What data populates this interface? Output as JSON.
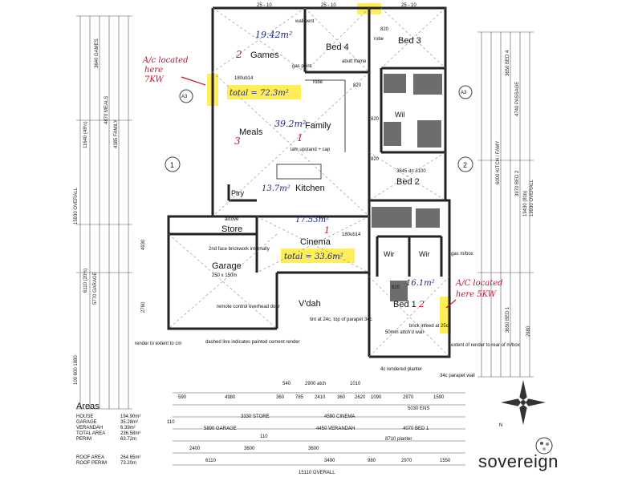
{
  "rooms": {
    "games": "Games",
    "bed4": "Bed 4",
    "bed3": "Bed 3",
    "family": "Family",
    "meals": "Meals",
    "kitchen": "Kitchen",
    "pantry": "Ptry",
    "bed2": "Bed 2",
    "store": "Store",
    "cinema": "Cinema",
    "garage": "Garage",
    "verandah": "V'dah",
    "bed1": "Bed 1",
    "wir_left": "Wir",
    "wir_right": "Wir",
    "wil": "Wil"
  },
  "annotations": {
    "area_games": "19.42m²",
    "games_num": "2",
    "total_top": "total = 72.3m²",
    "area_family": "39.2m²",
    "meals_num": "3",
    "family_num": "1",
    "area_kitchen": "13.7m²",
    "area_cinema": "17.53m²",
    "cinema_num": "1",
    "total_bottom": "total = 33.6m²",
    "area_bed1": "16.1m²",
    "bed1_num": "2",
    "ac_left_1": "A/c located",
    "ac_left_2": "here",
    "ac_left_3": "7KW",
    "ac_right_1": "A/C located",
    "ac_right_2": "here 5KW"
  },
  "labels": {
    "wall_vent": "wall vent",
    "gas_point": "gas point",
    "robe": "robe",
    "robe2": "robe",
    "abutt": "abutt frame",
    "beam_top": "180ub14",
    "beam_mid": "180ub14",
    "lam": "lam upstand + cap",
    "alcove": "alcove",
    "store_note": "2nd face brickwork internally",
    "garage_size": "250 x 150m",
    "remote": "remote control overhead door",
    "dashed_note": "dashed line indicates painted cement render",
    "render_note": "render to extent to cm",
    "tint": "tint at 24c, top of parapet 34c",
    "planter": "4c rendered planter",
    "parapet": "34c parapet wall",
    "extent_render": "extent of render to rear of m/box",
    "brick_note": "brick infeed at 25c",
    "fifty_note": "50mm attch'd wall",
    "gas_meter": "gas m/box",
    "grid1": "1",
    "grid2": "2",
    "gridA3": "A3",
    "gridA3b": "A3"
  },
  "dims": {
    "top_dim_1": "25 - 10",
    "top_dim_2": "25 - 10",
    "top_dim_3": "25 - 10",
    "d_820a": "820",
    "d_820b": "820",
    "d_820c": "820",
    "d_820d": "820",
    "d_820e": "820",
    "d_3640": "3640 GAMES",
    "d_4870": "4870 MEALS",
    "d_4385": "4385 FAMILY",
    "d_11640": "11640 (48½)",
    "d_15930": "15930 OVERALL",
    "d_4930": "4930",
    "d_6110": "6110 (20½)",
    "d_5770": "5770 GARAGE",
    "d_2760": "2760",
    "d_100": "100 600 1880",
    "d_19430": "19430 (81b)",
    "d_19930": "19930 OVERALL",
    "d_3650": "3650 BED 4",
    "d_4740": "4740 PASSAGE",
    "d_6000": "6000 KITCH / FAMY",
    "d_3970": "3970 BED 2",
    "d_3650b": "3650 BED 1",
    "d_2880": "2880",
    "d_3845": "3845 dn 3100",
    "bottom_540": "540",
    "bottom_2900": "2900 atch",
    "bottom_1010": "1010",
    "b1": "590",
    "b2": "4980",
    "b3": "360",
    "b4": "785",
    "b5": "2410",
    "b6": "360",
    "b7": "2620",
    "b8": "1090",
    "b9": "2970",
    "b10": "1590",
    "c1": "3330 STORE",
    "c2": "4590 CINEMA",
    "c3": "5030 ENS",
    "d1": "5890 GARAGE",
    "d2": "4450 VERANDAH",
    "d3": "4070 BED 1",
    "e1": "8710 planter",
    "f1": "2400",
    "f2": "3600",
    "f3": "3600",
    "g1": "6110",
    "g2": "3490",
    "g3": "980",
    "g4": "2970",
    "g5": "1550",
    "h1": "15110 OVERALL",
    "x_110a": "110",
    "x_110b": "110"
  },
  "areas_table": {
    "title": "Areas",
    "rows": [
      {
        "label": "HOUSE",
        "value": "194.90m²"
      },
      {
        "label": "GARAGE",
        "value": "35.28m²"
      },
      {
        "label": "VERANDAH",
        "value": "6.39m²"
      },
      {
        "label": "TOTAL AREA",
        "value": "236.58m²"
      },
      {
        "label": "PERIM",
        "value": "63.72m"
      }
    ],
    "roof_area_label": "ROOF AREA",
    "roof_area_value": "264.65m²",
    "roof_perim_label": "ROOF PERIM",
    "roof_perim_value": "73.20m"
  },
  "brand": {
    "name": "sovereign",
    "compass": "N"
  },
  "colors": {
    "highlight": "#ffeb3b",
    "annotation_red": "#c8102e",
    "annotation_blue": "#1a237e"
  }
}
